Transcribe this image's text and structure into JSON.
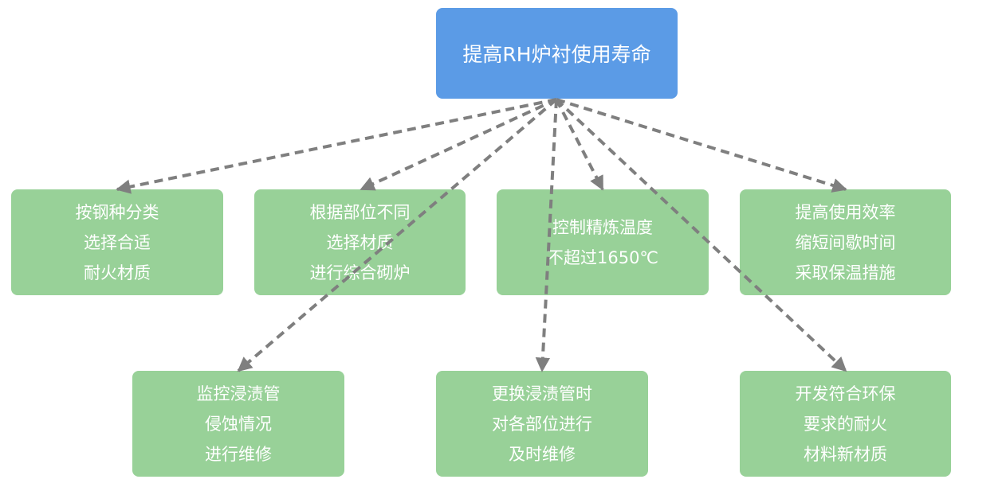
{
  "root": {
    "label": "提高RH炉衬使用寿命"
  },
  "nodes": [
    {
      "lines": [
        "按钢种分类",
        "选择合适",
        "耐火材质"
      ]
    },
    {
      "lines": [
        "根据部位不同",
        "选择材质",
        "进行综合砌炉"
      ]
    },
    {
      "lines": [
        "控制精炼温度",
        "不超过1650℃"
      ]
    },
    {
      "lines": [
        "提高使用效率",
        "缩短间歇时间",
        "采取保温措施"
      ]
    },
    {
      "lines": [
        "监控浸渍管",
        "侵蚀情况",
        "进行维修"
      ]
    },
    {
      "lines": [
        "更换浸渍管时",
        "对各部位进行",
        "及时维修"
      ]
    },
    {
      "lines": [
        "开发符合环保",
        "要求的耐火",
        "材料新材质"
      ]
    }
  ],
  "colors": {
    "root_fill": "#5b9be6",
    "leaf_fill": "#98d198",
    "text": "#ffffff",
    "edge": "#7f7f7f"
  }
}
